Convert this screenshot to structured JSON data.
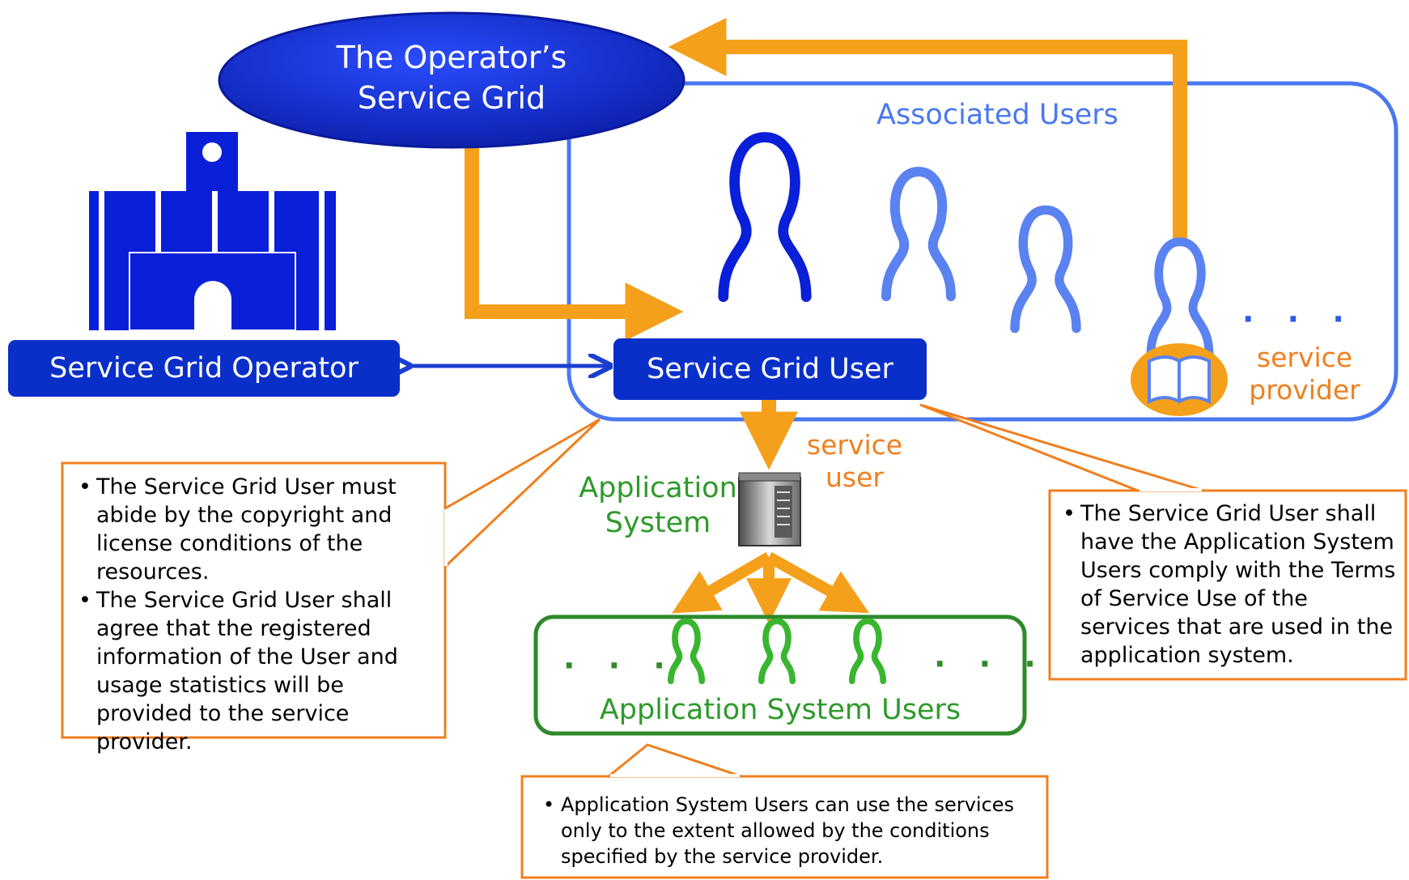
{
  "operator_grid": {
    "line1": "The Operator’s",
    "line2": "Service Grid"
  },
  "associated_users_label": "Associated Users",
  "service_grid_operator_label": "Service Grid Operator",
  "service_grid_user_label": "Service Grid User",
  "service_provider_label": {
    "line1": "service",
    "line2": "provider"
  },
  "service_user_label": {
    "line1": "service",
    "line2": "user"
  },
  "application_system_label": {
    "line1": "Application",
    "line2": "System"
  },
  "application_system_users_label": "Application System Users",
  "ellipsis": "· · ·",
  "callouts": {
    "left": [
      "The Service Grid User must abide by the copyright and license conditions of the resources.",
      "The Service Grid User shall agree that the registered information of the User and usage statistics will be provided to the service provider."
    ],
    "right": [
      "The Service Grid User shall have the Application System Users comply with the Terms of Service Use of the services that are used in the application system."
    ],
    "bottom": [
      "Application System Users can use the services only to the extent allowed by the conditions specified by the service provider."
    ]
  },
  "icons": {
    "building": "building-icon",
    "person": "person-icon",
    "server": "server-icon",
    "book": "book-icon"
  },
  "colors": {
    "dark_blue": "#0a2fc9",
    "light_blue": "#4a78f0",
    "orange": "#f5a01a",
    "callout_border": "#f07f1e",
    "green": "#2e9a2a"
  }
}
